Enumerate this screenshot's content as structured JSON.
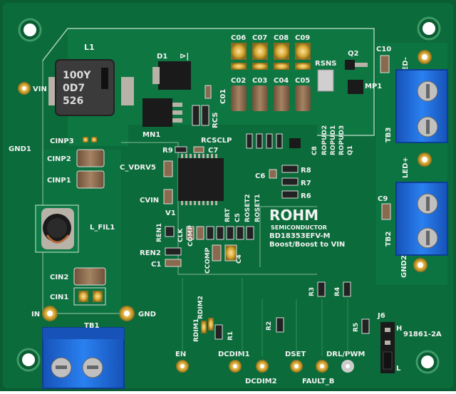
{
  "brand": {
    "logo": "ROHM",
    "sub": "SEMICONDUCTOR",
    "part": "BD18353EFV-M",
    "mode": "Boost/Boost to VIN",
    "board_code": "91861-2A"
  },
  "components": {
    "inductor_l1": {
      "ref": "L1",
      "marking": [
        "100Y",
        "0D7",
        "526"
      ]
    },
    "diode": "D1",
    "mosfet": "MN1",
    "mosfet_q2": "Q2",
    "mp1": "MP1",
    "q1": "Q1",
    "rsns": "RSNS",
    "c10": "C10",
    "c9": "C9",
    "c01": "C01",
    "rcs": "RCS",
    "rcsclp": "RCSCLP",
    "r9": "R9",
    "c7": "C7",
    "c8": "C8",
    "c6": "C6",
    "r6": "R6",
    "r7": "R7",
    "r8": "R8",
    "ropud": [
      "ROPUD2",
      "ROPUD1",
      "ROPUD3"
    ],
    "cout_top": [
      "C06",
      "C07",
      "C08",
      "C09"
    ],
    "cout_bottom": [
      "C02",
      "C03",
      "C04",
      "C05"
    ],
    "cinp3": "CINP3",
    "cinp2": "CINP2",
    "cinp1": "CINP1",
    "c_vdrv5": "C_VDRV5",
    "cvin": "CVIN",
    "l_fil1": "L_FIL1",
    "u1": "V1",
    "comp_labels": [
      "REN1",
      "CLK",
      "COMP",
      "RRT",
      "C5",
      "ROSET2",
      "ROSET1"
    ],
    "ren2": "REN2",
    "c1": "C1",
    "ccomp": "CCOMP",
    "c4": "C4",
    "cin2": "CIN2",
    "cin1": "CIN1",
    "r1": "R1",
    "r2": "R2",
    "r3": "R3",
    "r4": "R4",
    "r5": "R5",
    "rdim1": "RDIM1",
    "rdim2": "RDIM2",
    "j6": "J6",
    "j6_h": "H",
    "j6_l": "L"
  },
  "terminals": {
    "tb1": "TB1",
    "tb2": "TB2",
    "tb3": "TB3"
  },
  "pins": {
    "vin": "VIN",
    "gnd1": "GND1",
    "in": "IN",
    "gnd": "GND",
    "led_minus": "LED-",
    "led_plus": "LED+",
    "gnd2": "GND2",
    "en": "EN",
    "dcdim1": "DCDIM1",
    "dcdim2": "DCDIM2",
    "dset": "DSET",
    "fault_b": "FAULT_B",
    "drl_pwm": "DRL/PWM"
  },
  "colors": {
    "pcb": "#0b6b3a",
    "pcb_dark": "#075430",
    "copper": "#0e7a45",
    "silk": "#f2f2f2",
    "gold": "#e8b020",
    "terminal_blue": "#1f6fe0",
    "cap": "#8a6a4e"
  }
}
